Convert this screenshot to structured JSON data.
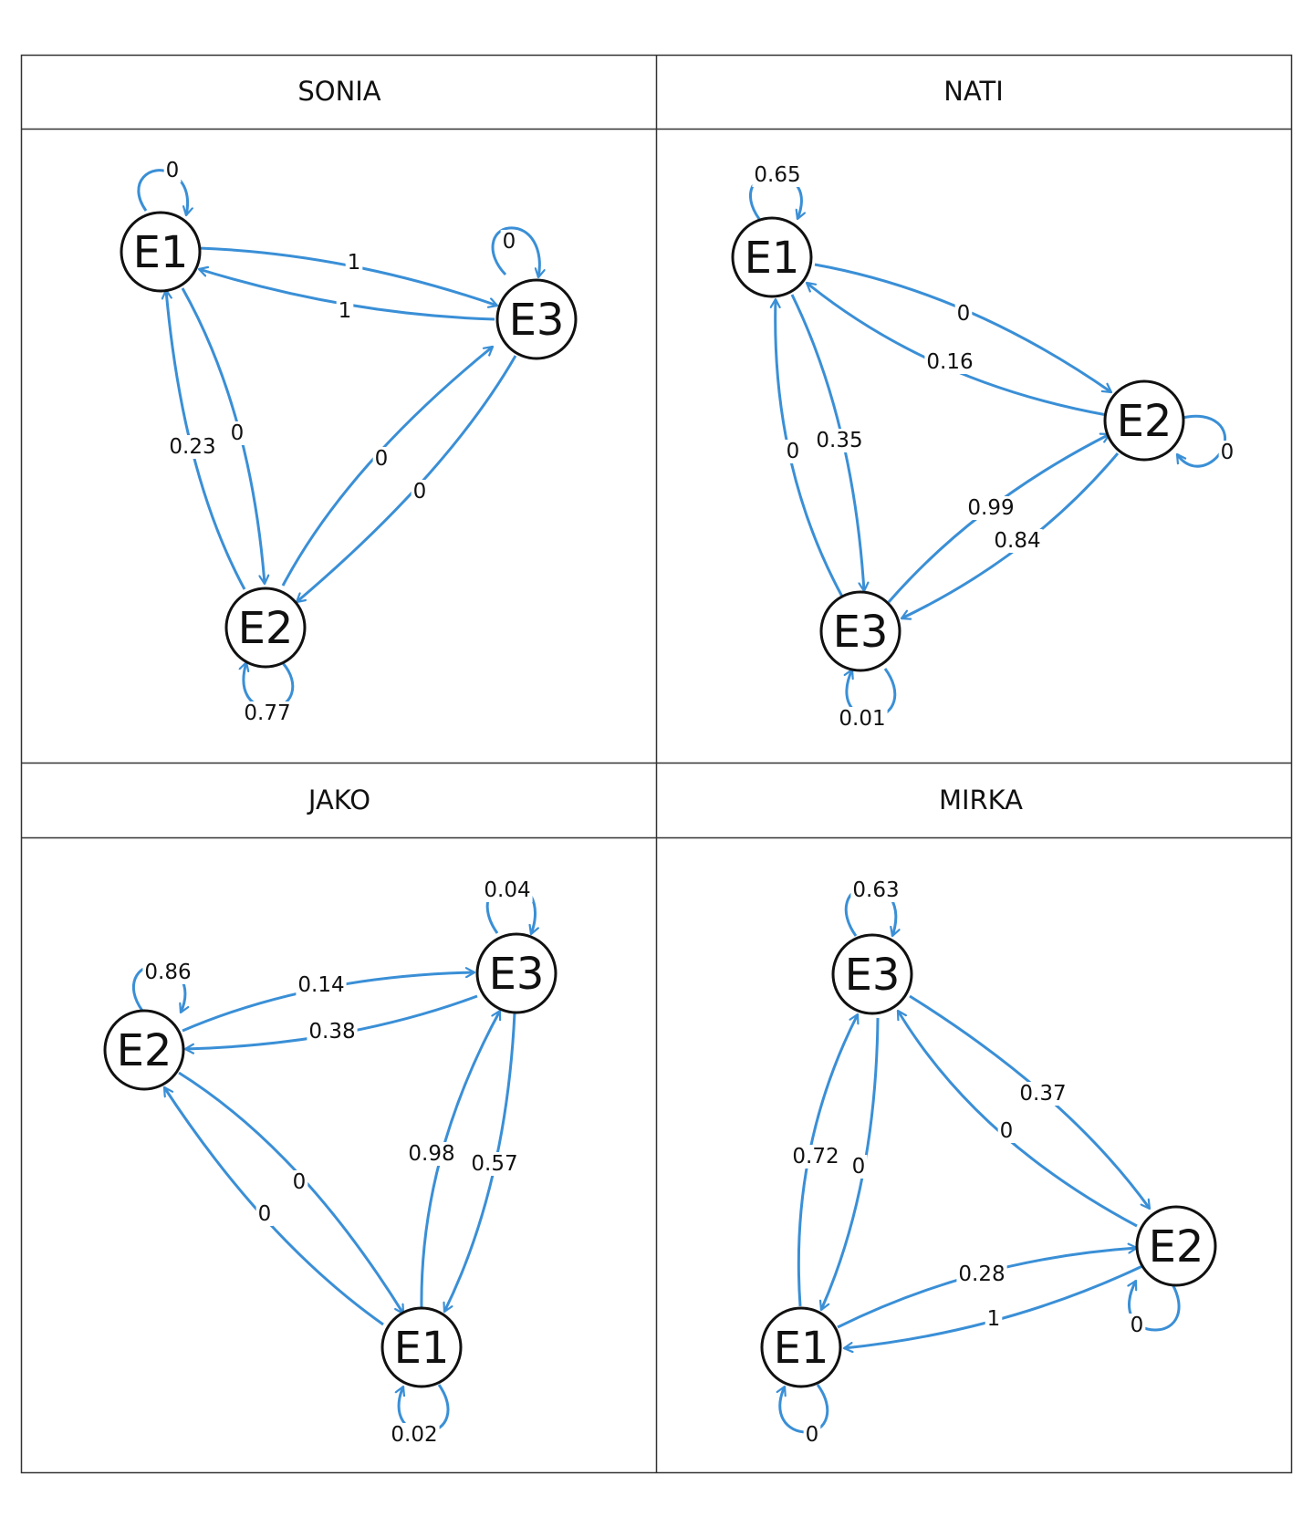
{
  "colors": {
    "edge": "#3a8fd6",
    "node_border": "#111111",
    "text": "#111111",
    "grid": "#333333"
  },
  "panels": [
    {
      "title": "SONIA",
      "nodes": [
        "E1",
        "E2",
        "E3"
      ],
      "self_loops": [
        {
          "node": "E1",
          "value": "0"
        },
        {
          "node": "E2",
          "value": "0.77"
        },
        {
          "node": "E3",
          "value": "0"
        }
      ],
      "transitions": [
        {
          "from": "E1",
          "to": "E3",
          "value": "1"
        },
        {
          "from": "E3",
          "to": "E1",
          "value": "1"
        },
        {
          "from": "E1",
          "to": "E2",
          "value": "0"
        },
        {
          "from": "E2",
          "to": "E1",
          "value": "0.23"
        },
        {
          "from": "E2",
          "to": "E3",
          "value": "0"
        },
        {
          "from": "E3",
          "to": "E2",
          "value": "0"
        }
      ]
    },
    {
      "title": "NATI",
      "nodes": [
        "E1",
        "E2",
        "E3"
      ],
      "self_loops": [
        {
          "node": "E1",
          "value": "0.65"
        },
        {
          "node": "E2",
          "value": "0"
        },
        {
          "node": "E3",
          "value": "0.01"
        }
      ],
      "transitions": [
        {
          "from": "E1",
          "to": "E2",
          "value": "0"
        },
        {
          "from": "E2",
          "to": "E1",
          "value": "0.16"
        },
        {
          "from": "E1",
          "to": "E3",
          "value": "0.35"
        },
        {
          "from": "E3",
          "to": "E1",
          "value": "0"
        },
        {
          "from": "E3",
          "to": "E2",
          "value": "0.99"
        },
        {
          "from": "E2",
          "to": "E3",
          "value": "0.84"
        }
      ]
    },
    {
      "title": "JAKO",
      "nodes": [
        "E1",
        "E2",
        "E3"
      ],
      "self_loops": [
        {
          "node": "E1",
          "value": "0.02"
        },
        {
          "node": "E2",
          "value": "0.86"
        },
        {
          "node": "E3",
          "value": "0.04"
        }
      ],
      "transitions": [
        {
          "from": "E2",
          "to": "E3",
          "value": "0.14"
        },
        {
          "from": "E3",
          "to": "E2",
          "value": "0.38"
        },
        {
          "from": "E2",
          "to": "E1",
          "value": "0"
        },
        {
          "from": "E1",
          "to": "E2",
          "value": "0"
        },
        {
          "from": "E1",
          "to": "E3",
          "value": "0.98"
        },
        {
          "from": "E3",
          "to": "E1",
          "value": "0.57"
        }
      ]
    },
    {
      "title": "MIRKA",
      "nodes": [
        "E1",
        "E2",
        "E3"
      ],
      "self_loops": [
        {
          "node": "E1",
          "value": "0"
        },
        {
          "node": "E2",
          "value": "0"
        },
        {
          "node": "E3",
          "value": "0.63"
        }
      ],
      "transitions": [
        {
          "from": "E3",
          "to": "E2",
          "value": "0.37"
        },
        {
          "from": "E2",
          "to": "E3",
          "value": "0"
        },
        {
          "from": "E1",
          "to": "E3",
          "value": "0.72"
        },
        {
          "from": "E3",
          "to": "E1",
          "value": "0"
        },
        {
          "from": "E1",
          "to": "E2",
          "value": "0.28"
        },
        {
          "from": "E2",
          "to": "E1",
          "value": "1"
        }
      ]
    }
  ]
}
